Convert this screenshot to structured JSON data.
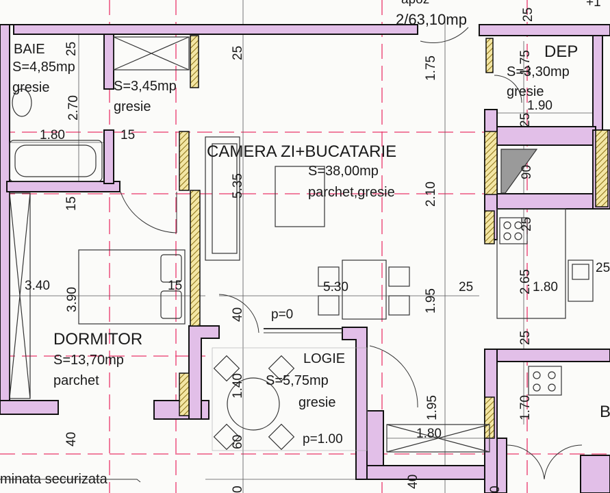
{
  "header": {
    "top_fragment": "apoz",
    "total_area": "2/63,10mp",
    "dim_25_top": "25",
    "corner_mark": "+1"
  },
  "rooms": {
    "baie": {
      "name": "BAIE",
      "area": "S=4,85mp",
      "floor": "gresie"
    },
    "hol": {
      "area": "S=3,45mp",
      "floor": "gresie"
    },
    "dep": {
      "name": "DEP",
      "area": "S=3,30mp",
      "floor": "gresie"
    },
    "camera": {
      "name": "CAMERA ZI+BUCATARIE",
      "area": "S=38,00mp",
      "floor": "parchet,gresie"
    },
    "dormitor": {
      "name": "DORMITOR",
      "area": "S=13,70mp",
      "floor": "parchet"
    },
    "logie": {
      "name": "LOGIE",
      "area": "S=5,75mp",
      "floor": "gresie"
    },
    "right_room": {
      "name": "B"
    }
  },
  "dims": {
    "d_25_a": "25",
    "d_270": "2.70",
    "d_180_baie": "1.80",
    "d_15_a": "15",
    "d_25_b": "25",
    "d_175_a": "1.75",
    "d_175_b": "1.75",
    "d_190": "1.90",
    "d_25_c": "25",
    "d_535": "5.35",
    "d_210": "2.10",
    "d_90": "90",
    "d_15_b": "15",
    "d_25_d": "25",
    "d_340": "3.40",
    "d_390": "3.90",
    "d_15_c": "15",
    "d_530": "5.30",
    "d_195_a": "1.95",
    "d_25_e": "25",
    "d_265": "2.65",
    "d_180_kit": "1.80",
    "d_25_f": "25",
    "d_40_a": "40",
    "d_p0": "p=0",
    "d_25_g": "25",
    "d_140": "1.40",
    "d_195_b": "1.95",
    "d_170": "1.70",
    "d_40_b": "40",
    "d_60": "60",
    "d_p100": "p=1.00",
    "d_180_logie": "1.80",
    "d_40_c": "40",
    "d_0_a": "0",
    "d_0_b": "0"
  },
  "notes": {
    "door_label": "minata securizata"
  },
  "colors": {
    "wall_fill": "#e2bfe8",
    "wall_stroke": "#111111",
    "gridline": "#e9356a",
    "hatch": "#c9b53a"
  }
}
